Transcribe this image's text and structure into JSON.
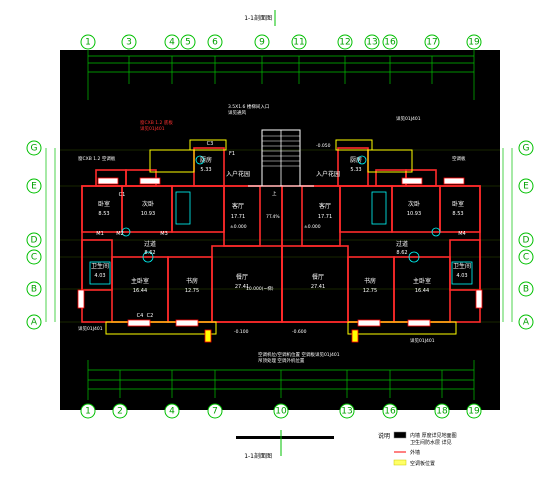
{
  "sections": {
    "top": "1-1剖面图",
    "bottom": "1-1剖面图"
  },
  "axes": {
    "top_numbers": [
      "1",
      "3",
      "4",
      "5",
      "6",
      "9",
      "11",
      "12",
      "13",
      "16",
      "17",
      "19"
    ],
    "bottom_numbers": [
      "1",
      "2",
      "4",
      "7",
      "10",
      "13",
      "16",
      "18",
      "19"
    ],
    "left_letters": [
      "G",
      "E",
      "D",
      "C",
      "B",
      "A"
    ],
    "right_letters": [
      "G",
      "E",
      "D",
      "C",
      "B",
      "A"
    ]
  },
  "rooms": [
    {
      "name": "客厅",
      "area": "17.71"
    },
    {
      "name": "客厅",
      "area": "17.71"
    },
    {
      "name": "主卧室",
      "area": "16.44"
    },
    {
      "name": "主卧室",
      "area": "16.44"
    },
    {
      "name": "次卧",
      "area": "10.93"
    },
    {
      "name": "次卧",
      "area": "10.93"
    },
    {
      "name": "卧室",
      "area": "8.53"
    },
    {
      "name": "卧室",
      "area": "8.53"
    },
    {
      "name": "餐厅",
      "area": "27.41"
    },
    {
      "name": "餐厅",
      "area": "27.41"
    },
    {
      "name": "书房",
      "area": "12.75"
    },
    {
      "name": "书房",
      "area": "12.75"
    },
    {
      "name": "厨房",
      "area": "5.33"
    },
    {
      "name": "厨房",
      "area": "5.33"
    },
    {
      "name": "卫生间",
      "area": "4.03"
    },
    {
      "name": "卫生间",
      "area": "4.03"
    },
    {
      "name": "过道",
      "area": "8.62"
    },
    {
      "name": "过道",
      "area": "8.62"
    },
    {
      "name": "入户花园",
      "area": ""
    },
    {
      "name": "入户花园",
      "area": ""
    },
    {
      "name": "楼梯间",
      "area": ""
    }
  ],
  "labels": {
    "stair_up": "上",
    "level_1": "±0.000",
    "level_2": "-0.050",
    "level_3": "-0.100",
    "level_4": "±0.000",
    "ramp": "7T.4%",
    "sqft_note": "10.000(~梯)",
    "elevation_note": "-0.600"
  },
  "windows": [
    "C1",
    "C2",
    "C3",
    "C4",
    "M1",
    "M2",
    "M3",
    "M4",
    "F1"
  ],
  "notes": {
    "top_left": "窗CXB 1.2 底板",
    "top_left2": "详见01J401",
    "mid_top": "3.5X1.6 楼梯间入口",
    "mid_top2": "详见通风",
    "right_top": "详见01J401",
    "left_side": "窗CXB 1.2 空调板",
    "right_side": "空调板",
    "left_bottom": "详见01J401",
    "mid_bottom": "空调机位/空调机位置 空调板详见01J401",
    "mid_bottom2": "吊顶处理 空调外机位置",
    "right_bottom": "详见01J401"
  },
  "legend": {
    "title": "说明",
    "item1": "内墙 厚度详见地面图",
    "item2": "卫生间防水层 详见",
    "item3": "外墙",
    "item4": "空调板位置"
  }
}
